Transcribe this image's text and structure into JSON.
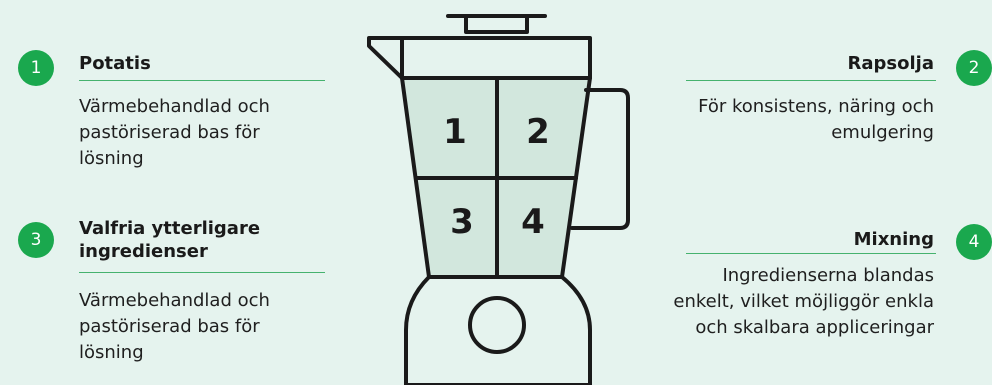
{
  "steps": [
    {
      "number": "1",
      "title": "Potatis",
      "description": "Värmebehandlad och pastöriserad bas för lösning"
    },
    {
      "number": "2",
      "title": "Rapsolja",
      "description": "För konsistens, näring och emulgering"
    },
    {
      "number": "3",
      "title": "Valfria ytterligare ingredienser",
      "description": "Värmebehandlad och pastöriserad bas för lösning"
    },
    {
      "number": "4",
      "title": "Mixning",
      "description": "Ingredienserna blandas enkelt, vilket möjliggör enkla och skalbara appliceringar"
    }
  ],
  "blender": {
    "cells": [
      "1",
      "2",
      "3",
      "4"
    ]
  },
  "colors": {
    "background": "#e5f3ee",
    "badge": "#1aa84e",
    "divider": "#45b26e",
    "jar_fill": "#d2e7dd",
    "outline": "#1a1a1a"
  }
}
